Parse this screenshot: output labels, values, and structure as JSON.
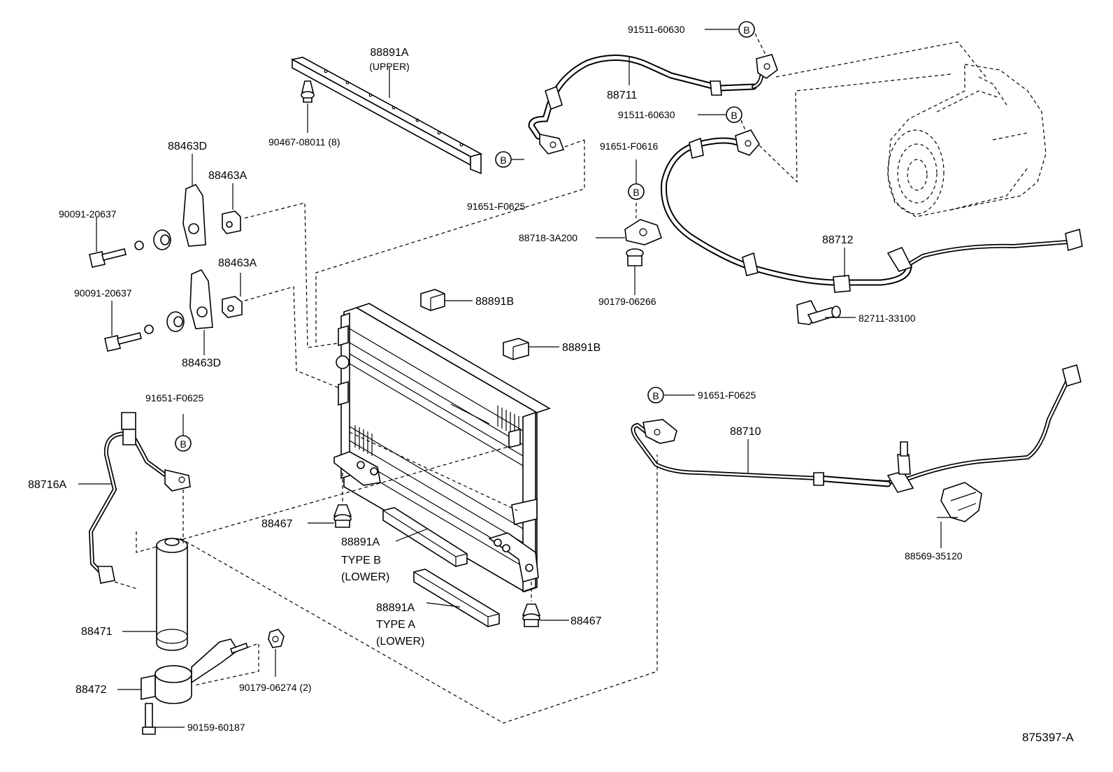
{
  "diagram": {
    "drawing_number": "875397-A",
    "labels": {
      "p88891A_upper": "88891A",
      "upper": "(UPPER)",
      "p90467": "90467-08011 (8)",
      "p88463D_top": "88463D",
      "p88463A_top": "88463A",
      "p90091_top": "90091-20637",
      "p88463A_bot": "88463A",
      "p90091_bot": "90091-20637",
      "p88463D_bot": "88463D",
      "p91651_left": "91651-F0625",
      "p88716A": "88716A",
      "p88471": "88471",
      "p88472": "88472",
      "p90179_06274": "90179-06274 (2)",
      "p90159": "90159-60187",
      "p88467_left": "88467",
      "p88891A_typeB": "88891A",
      "typeB": "TYPE B",
      "lower_b": "(LOWER)",
      "p88891A_typeA": "88891A",
      "typeA": "TYPE A",
      "lower_a": "(LOWER)",
      "p88467_right": "88467",
      "p88891B_1": "88891B",
      "p88891B_2": "88891B",
      "p91511_top": "91511-60630",
      "p88711": "88711",
      "p91511_mid": "91511-60630",
      "p91651_F0616": "91651-F0616",
      "p91651_F0625_top": "91651-F0625",
      "p88718": "88718-3A200",
      "p90179_06266": "90179-06266",
      "p88712": "88712",
      "p82711": "82711-33100",
      "p91651_right": "91651-F0625",
      "p88710": "88710",
      "p88569": "88569-35120"
    },
    "ref_mark": "B"
  }
}
